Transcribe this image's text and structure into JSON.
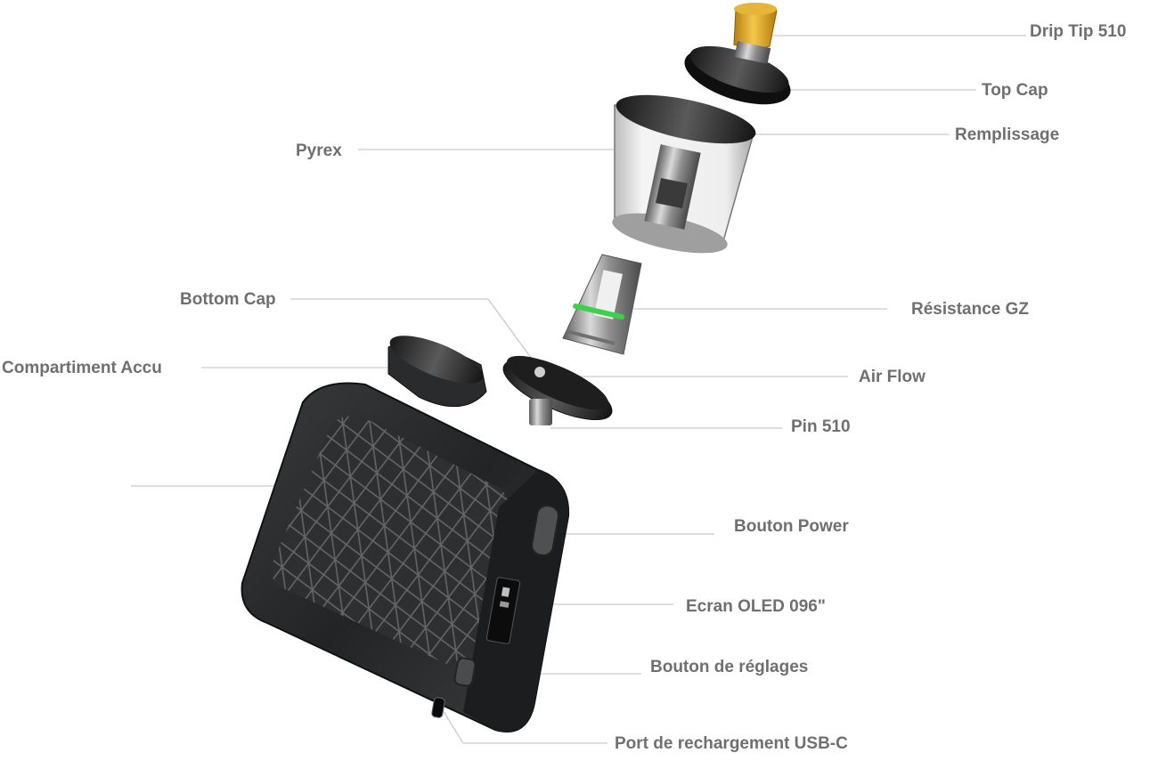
{
  "labels": {
    "drip_tip": "Drip Tip 510",
    "top_cap": "Top Cap",
    "remplissage": "Remplissage",
    "pyrex": "Pyrex",
    "bottom_cap": "Bottom Cap",
    "resistance": "Résistance GZ",
    "compartiment": "Compartiment Accu",
    "air_flow": "Air Flow",
    "pin": "Pin 510",
    "power": "Bouton Power",
    "oled": "Ecran OLED 096\"",
    "reglages": "Bouton de réglages",
    "usb": "Port de rechargement USB-C"
  },
  "colors": {
    "label_text": "#6f6f6f",
    "leader_line": "#c9c9c9",
    "drip_tip_resin": "#d9a323",
    "coil_ring": "#3bd14a",
    "mod_body": "#2b2c2d",
    "metal": "#9a9a9a"
  }
}
